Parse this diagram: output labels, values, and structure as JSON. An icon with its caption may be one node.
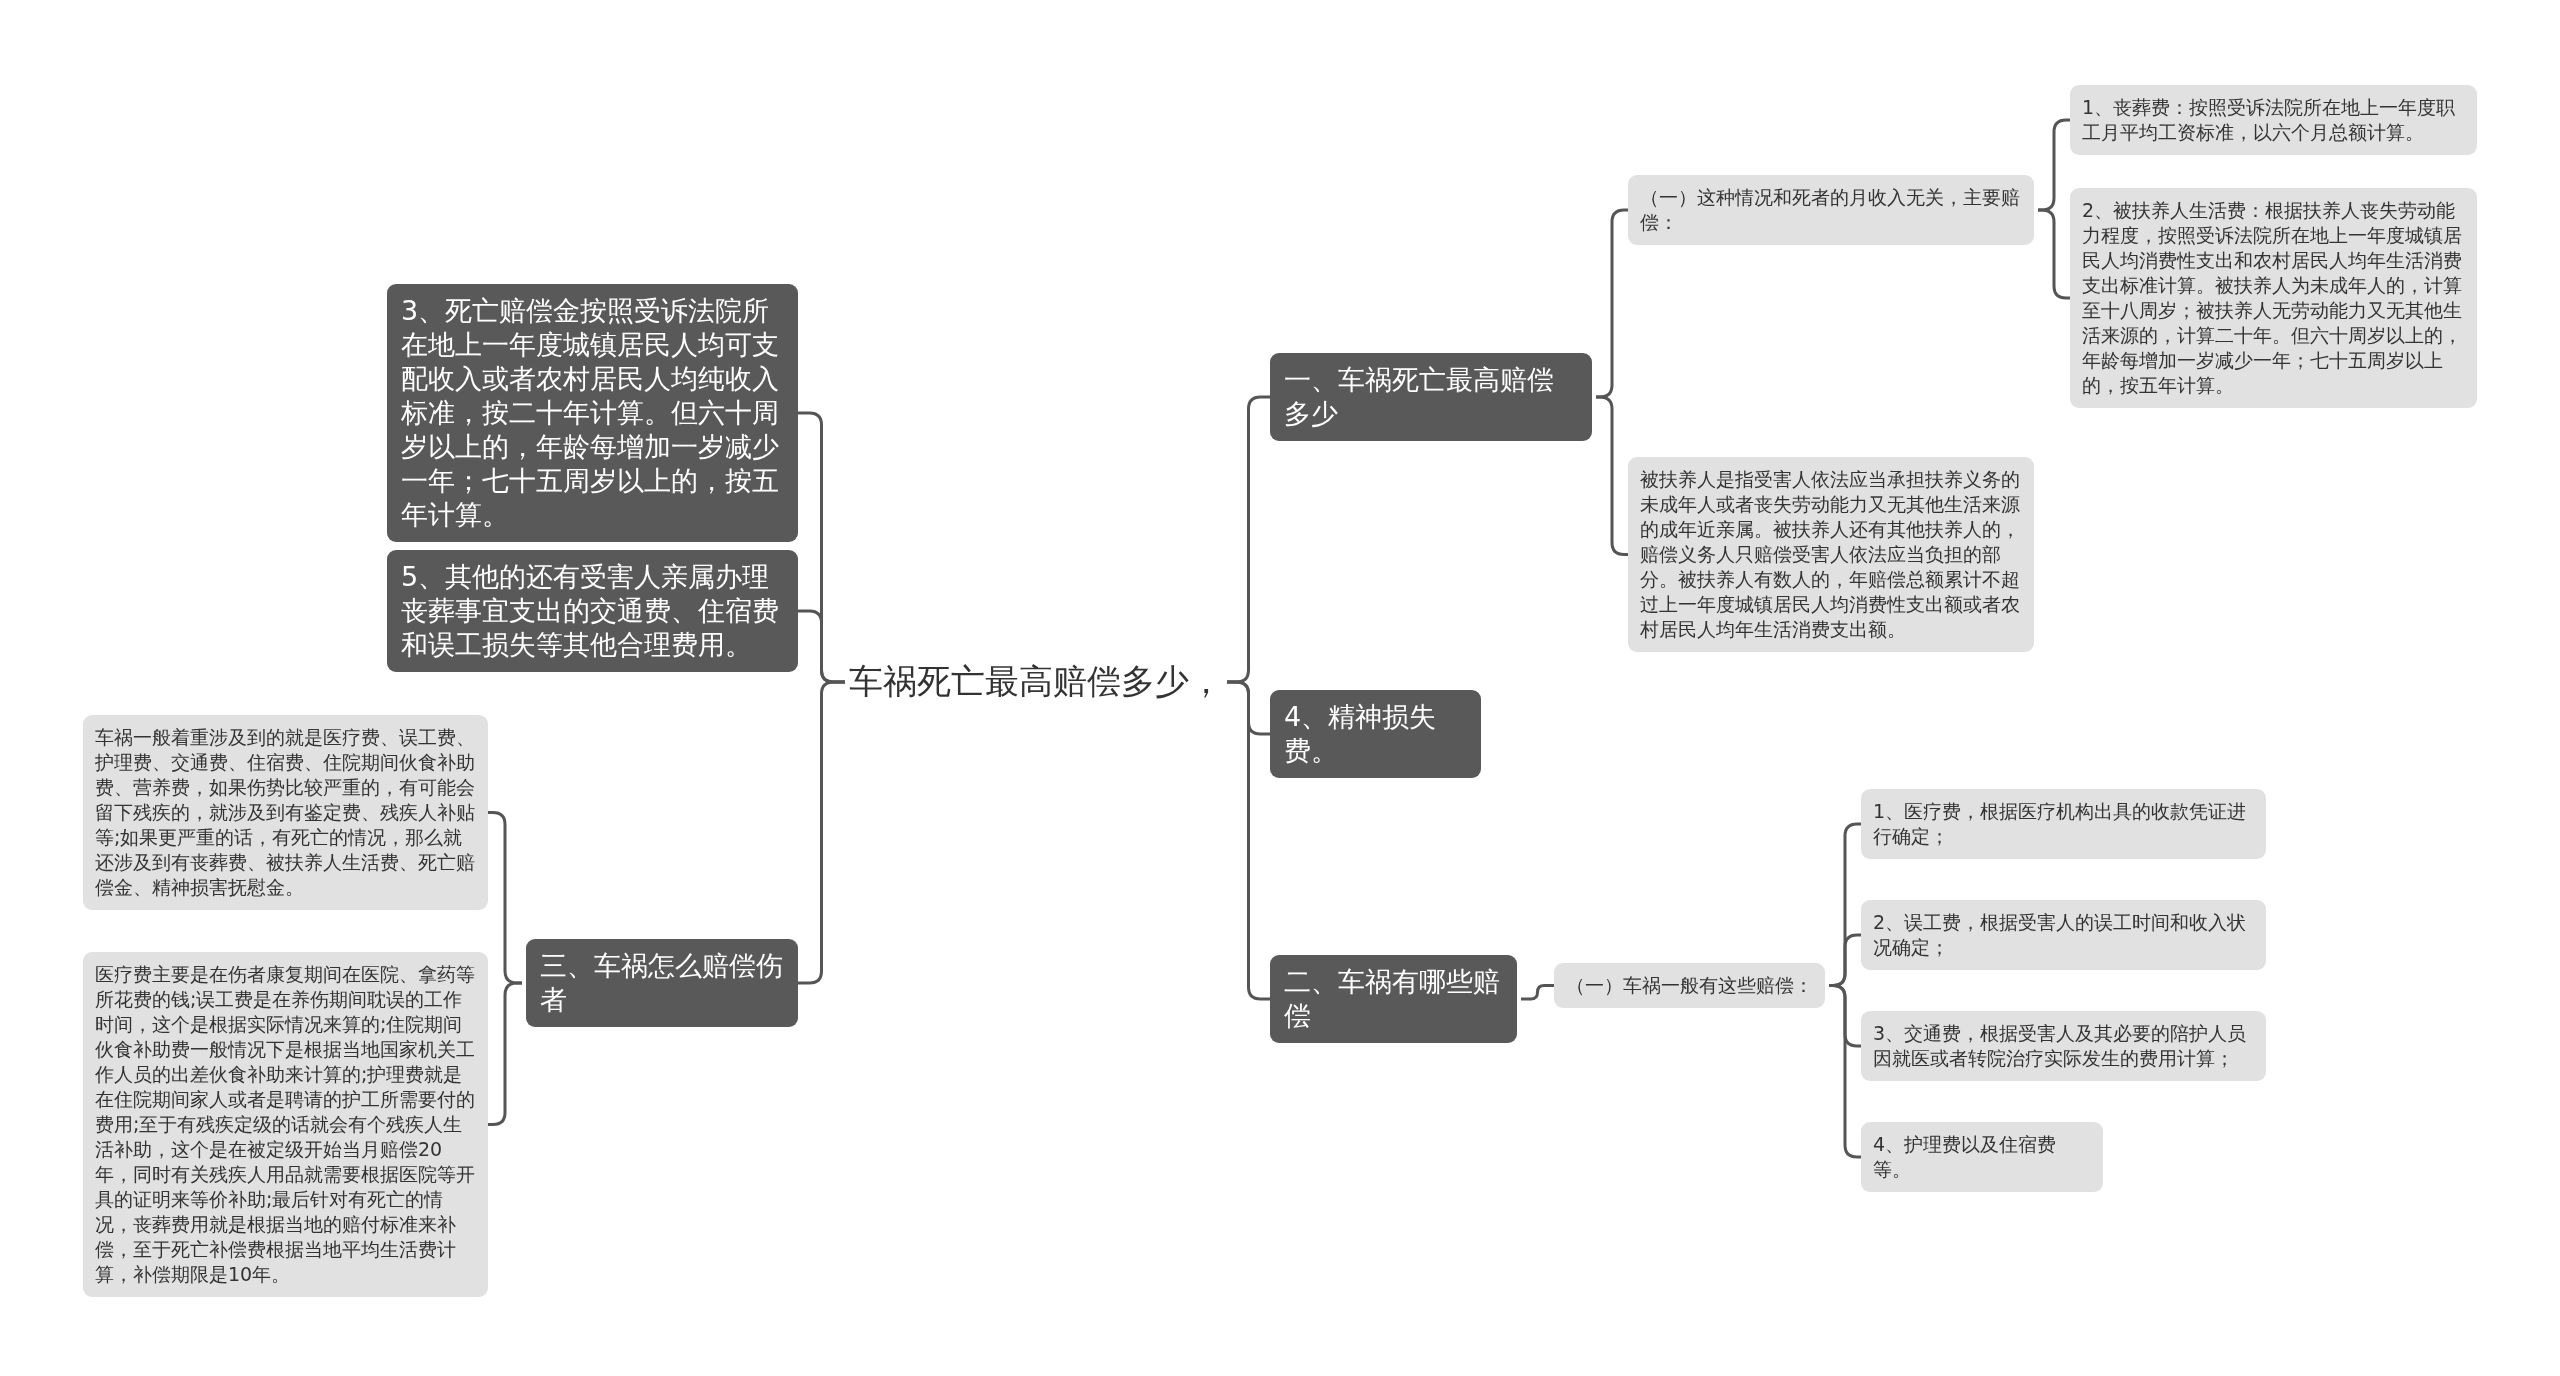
{
  "diagram": {
    "nodes": [
      {
        "text": [
          "车祸死亡最高赔偿多少，"
        ]
      },
      {
        "text": [
          "一、车祸死亡最高赔偿多少"
        ]
      },
      {
        "text": [
          "（一）这种情况和死者的月收入无关，主要赔偿："
        ]
      },
      {
        "text": [
          "1、丧葬费：按照受诉法院所在地上一年度职工月平均工资标准，以六个月总额计算。"
        ]
      },
      {
        "text": [
          "2、被扶养人生活费：根据扶养人丧失劳动能力程度，按照受诉法院所在地上一年度城镇居民人均消费性支出和农村居民人均年生活消费支出标准计算。被扶养人为未成年人的，计算至十八周岁；被扶养人无劳动能力又无其他生活来源的，计算二十年。但六十周岁以上的，年龄每增加一岁减少一年；七十五周岁以上的，按五年计算。"
        ]
      },
      {
        "text": [
          "被扶养人是指受害人依法应当承担扶养义务的未成年人或者丧失劳动能力又无其他生活来源的成年近亲属。被扶养人还有其他扶养人的，赔偿义务人只赔偿受害人依法应当负担的部分。被扶养人有数人的，年赔偿总额累计不超过上一年度城镇居民人均消费性支出额或者农村居民人均年生活消费支出额。"
        ]
      },
      {
        "text": [
          "4、精神损失费。"
        ]
      },
      {
        "text": [
          "二、车祸有哪些赔偿"
        ]
      },
      {
        "text": [
          "（一）车祸一般有这些赔偿："
        ]
      },
      {
        "text": [
          "1、医疗费，根据医疗机构出具的收款凭证进行确定；"
        ]
      },
      {
        "text": [
          "2、误工费，根据受害人的误工时间和收入状况确定；"
        ]
      },
      {
        "text": [
          "3、交通费，根据受害人及其必要的陪护人员因就医或者转院治疗实际发生的费用计算；"
        ]
      },
      {
        "text": [
          "4、护理费以及住宿费等。"
        ]
      },
      {
        "text": [
          "3、死亡赔偿金按照受诉法院所在地上一年度城镇居民人均可支配收入或者农村居民人均纯收入标准，按二十年计算。但六十周岁以上的，年龄每增加一岁减少一年；七十五周岁以上的，按五年计算。"
        ]
      },
      {
        "text": [
          "5、其他的还有受害人亲属办理丧葬事宜支出的交通费、住宿费和误工损失等其他合理费用。"
        ]
      },
      {
        "text": [
          "三、车祸怎么赔偿伤者"
        ]
      },
      {
        "text": [
          "车祸一般着重涉及到的就是医疗费、误工费、护理费、交通费、住宿费、住院期间伙食补助费、营养费，如果伤势比较严重的，有可能会留下残疾的，就涉及到有鉴定费、残疾人补贴等;如果更严重的话，有死亡的情况，那么就还涉及到有丧葬费、被扶养人生活费、死亡赔偿金、精神损害抚慰金。"
        ]
      },
      {
        "text": [
          "医疗费主要是在伤者康复期间在医院、拿药等所花费的钱;误工费是在养伤期间耽误的工作时间，这个是根据实际情况来算的;住院期间伙食补助费一般情况下是根据当地国家机关工作人员的出差伙食补助来计算的;护理费就是在住院期间家人或者是聘请的护工所需要付的费用;至于有残疾定级的话就会有个残疾人生活补助，这个是在被定级开始当月赔偿20年，同时有关残疾人用品就需要根据医院等开具的证明来等价补助;最后针对有死亡的情况，丧葬费用就是根据当地的赔付标准来补偿，至于死亡补偿费根据当地平均生活费计算，补偿期限是10年。"
        ]
      }
    ],
    "edges": [
      {
        "from": 0,
        "to": 1,
        "arrow": "none"
      },
      {
        "from": 1,
        "to": 2,
        "arrow": "none"
      },
      {
        "from": 2,
        "to": 3,
        "arrow": "none"
      },
      {
        "from": 2,
        "to": 4,
        "arrow": "none"
      },
      {
        "from": 1,
        "to": 5,
        "arrow": "none"
      },
      {
        "from": 0,
        "to": 6,
        "arrow": "none"
      },
      {
        "from": 0,
        "to": 7,
        "arrow": "none"
      },
      {
        "from": 7,
        "to": 8,
        "arrow": "none"
      },
      {
        "from": 8,
        "to": 9,
        "arrow": "none"
      },
      {
        "from": 8,
        "to": 10,
        "arrow": "none"
      },
      {
        "from": 8,
        "to": 11,
        "arrow": "none"
      },
      {
        "from": 8,
        "to": 12,
        "arrow": "none"
      },
      {
        "from": 0,
        "to": 13,
        "arrow": "none"
      },
      {
        "from": 0,
        "to": 14,
        "arrow": "none"
      },
      {
        "from": 0,
        "to": 15,
        "arrow": "none"
      },
      {
        "from": 15,
        "to": 16,
        "arrow": "none"
      },
      {
        "from": 15,
        "to": 17,
        "arrow": "none"
      }
    ]
  }
}
